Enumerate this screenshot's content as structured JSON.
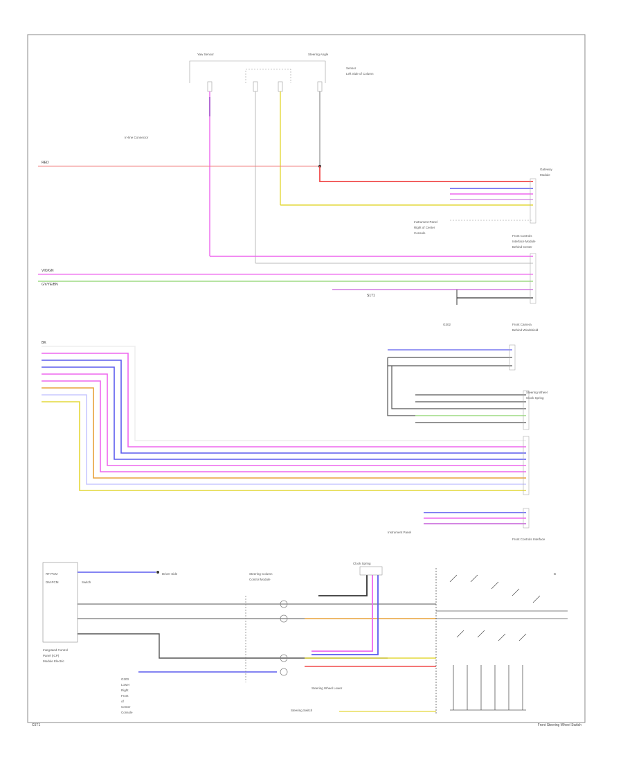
{
  "diagram": {
    "footer_left": "C5T1 ",
    "footer_right": "Front Steering Wheel Switch",
    "wire_labels": {
      "red": "RED",
      "mid_splice": "S171",
      "pink": "VIO/GN",
      "green": "GY/YE/BN",
      "bus_prefix": "BK"
    },
    "modules": {
      "left_bottom_box": [
        "RT-PCM",
        "DM-PCM",
        "Switch"
      ],
      "left_bottom_caption": [
        "Integrated Control",
        "Panel (ICP)",
        "Module Electric"
      ],
      "ground_caption": [
        "G300",
        "Lower",
        "Right",
        "Front",
        "of",
        "Center",
        "Console"
      ],
      "bottom_connector": "Steering Switch"
    },
    "colors": {
      "red": "#f04a4a",
      "pink": "#ee66ee",
      "violet": "#c65fd9",
      "blue": "#5a5aee",
      "yellow": "#e4d83a",
      "orange": "#e8a23a",
      "green": "#8ad46a",
      "gray": "#aaaaaa",
      "black": "#333333",
      "frame": "#888888"
    }
  }
}
